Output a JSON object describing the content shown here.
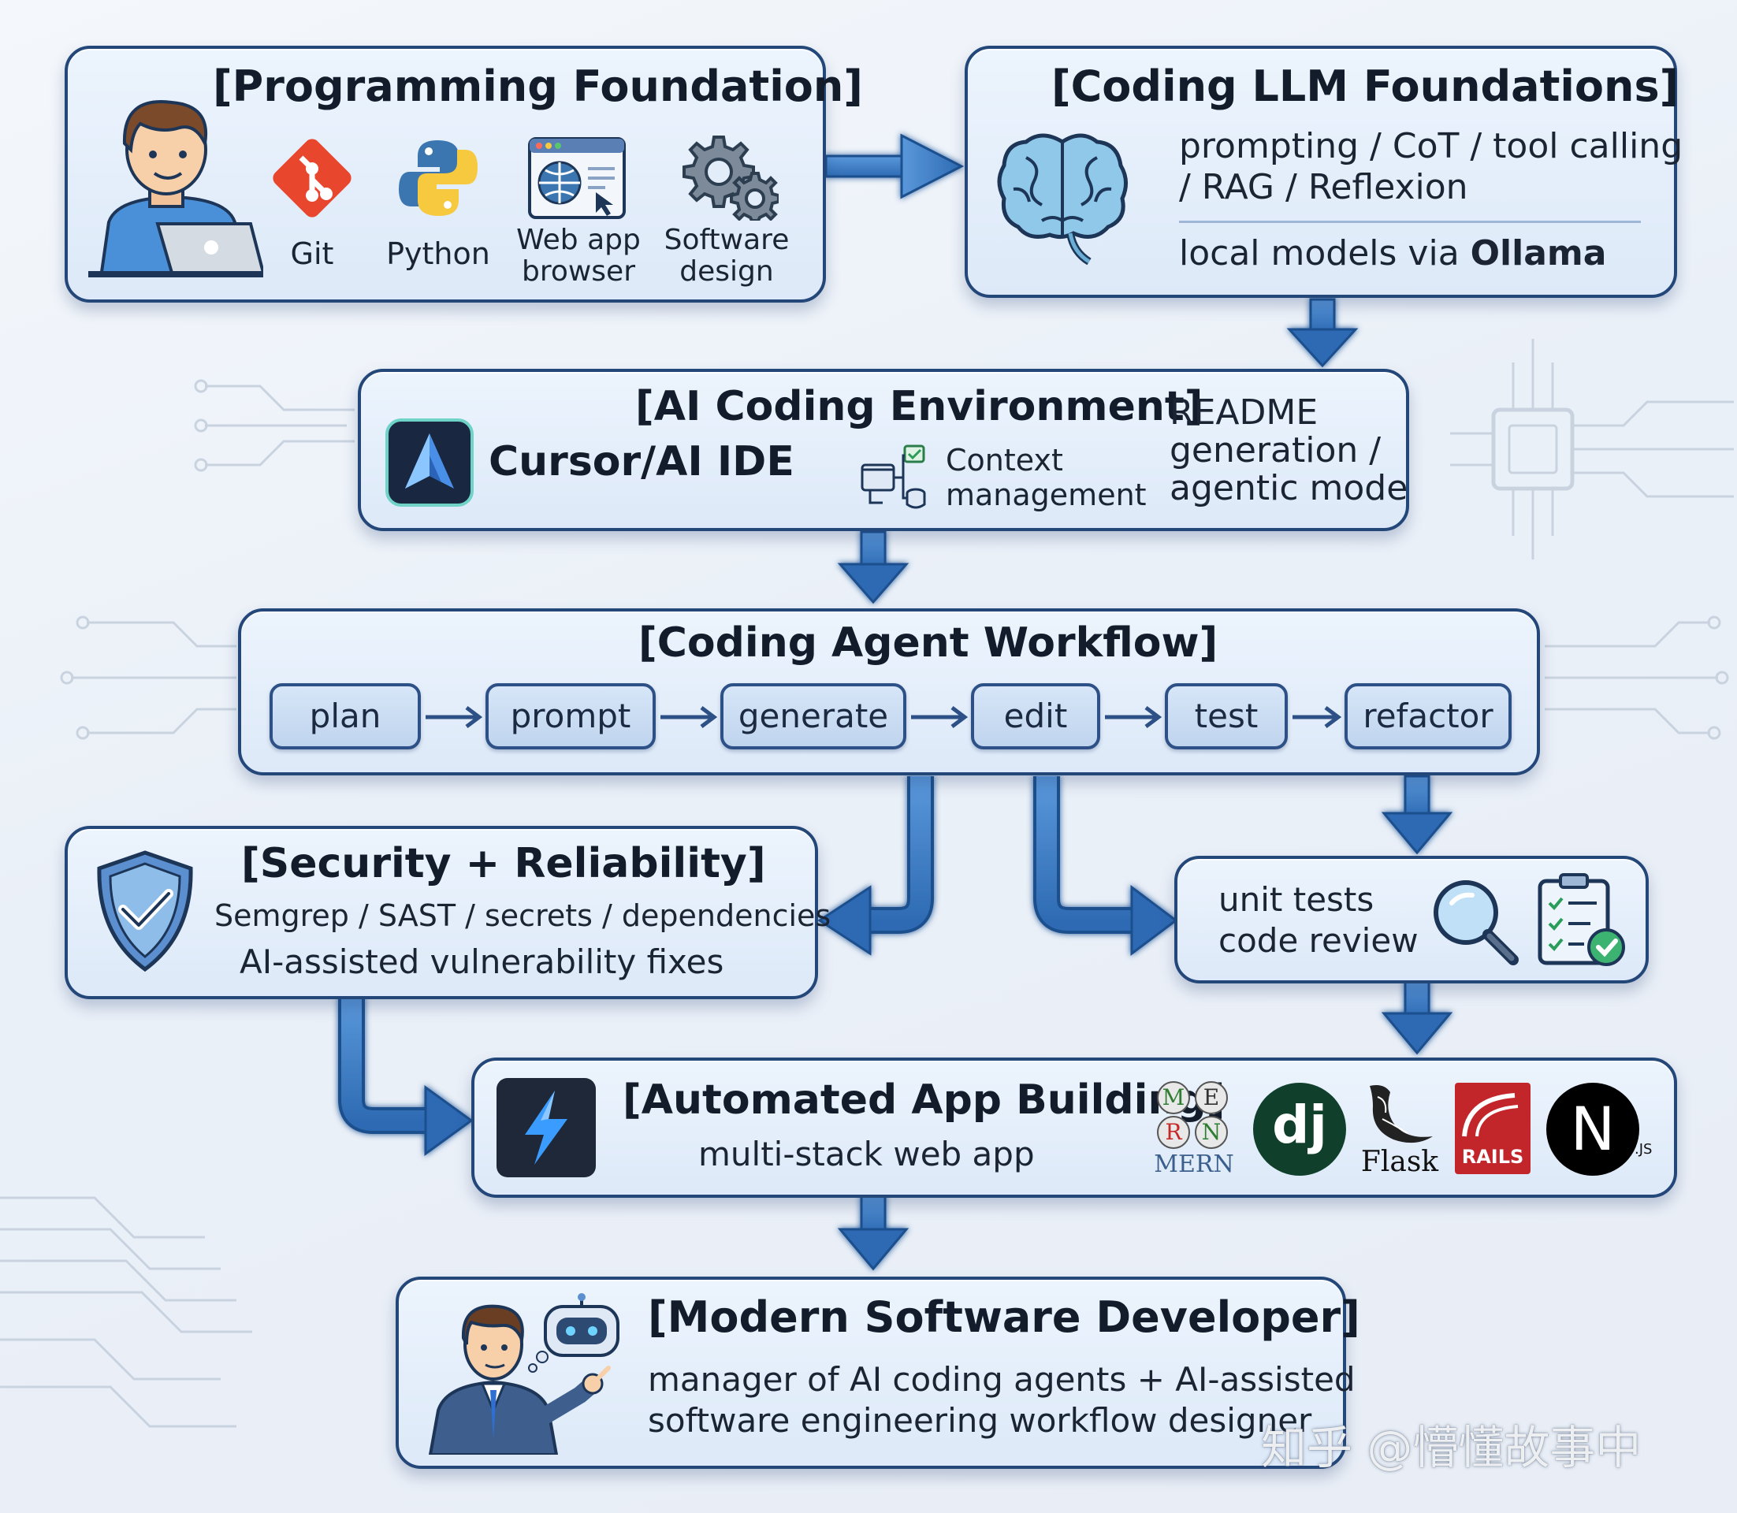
{
  "programming_foundation": {
    "title": "[Programming Foundation]",
    "items": [
      {
        "icon": "git-icon",
        "label": "Git"
      },
      {
        "icon": "python-icon",
        "label": "Python"
      },
      {
        "icon": "web-app-browser-icon",
        "label_lines": [
          "Web app",
          "browser"
        ]
      },
      {
        "icon": "gears-icon",
        "label_lines": [
          "Software",
          "design"
        ]
      }
    ]
  },
  "coding_llm_foundations": {
    "title": "[Coding LLM Foundations]",
    "line1": "prompting / CoT / tool calling",
    "line2": "/ RAG / Reflexion",
    "line3_prefix": "local models via ",
    "line3_bold": "Ollama"
  },
  "ai_coding_environment": {
    "title": "[AI Coding Environment]",
    "ide_label": "Cursor/AI IDE",
    "context_lines": [
      "Context",
      "management"
    ],
    "readme_lines": [
      "README",
      "generation /",
      "agentic mode"
    ]
  },
  "coding_agent_workflow": {
    "title": "[Coding Agent Workflow]",
    "steps": [
      "plan",
      "prompt",
      "generate",
      "edit",
      "test",
      "refactor"
    ]
  },
  "security_reliability": {
    "title": "[Security + Reliability]",
    "line1": "Semgrep / SAST / secrets / dependencies",
    "line2": "AI-assisted vulnerability fixes"
  },
  "testing_review": {
    "lines": [
      "unit tests",
      "code review"
    ]
  },
  "automated_app_building": {
    "title": "[Automated App Building]",
    "subtitle": "multi-stack web app",
    "stacks": {
      "mern_letters": [
        "M",
        "E",
        "R",
        "N"
      ],
      "mern_label": "MERN",
      "django_label": "dj",
      "flask_label": "Flask",
      "rails_label": "RAILS",
      "next_letter": "N",
      "next_suffix": ".JS"
    }
  },
  "modern_software_developer": {
    "title": "[Modern Software Developer]",
    "line1": "manager of AI coding agents + AI-assisted",
    "line2": "software engineering workflow designer"
  },
  "watermark": "知乎 @懵懂故事中",
  "colors": {
    "box_border": "#24477a",
    "box_fill": "#e3edf9",
    "arrow_blue": "#3d7cc4",
    "text": "#121c2b"
  }
}
